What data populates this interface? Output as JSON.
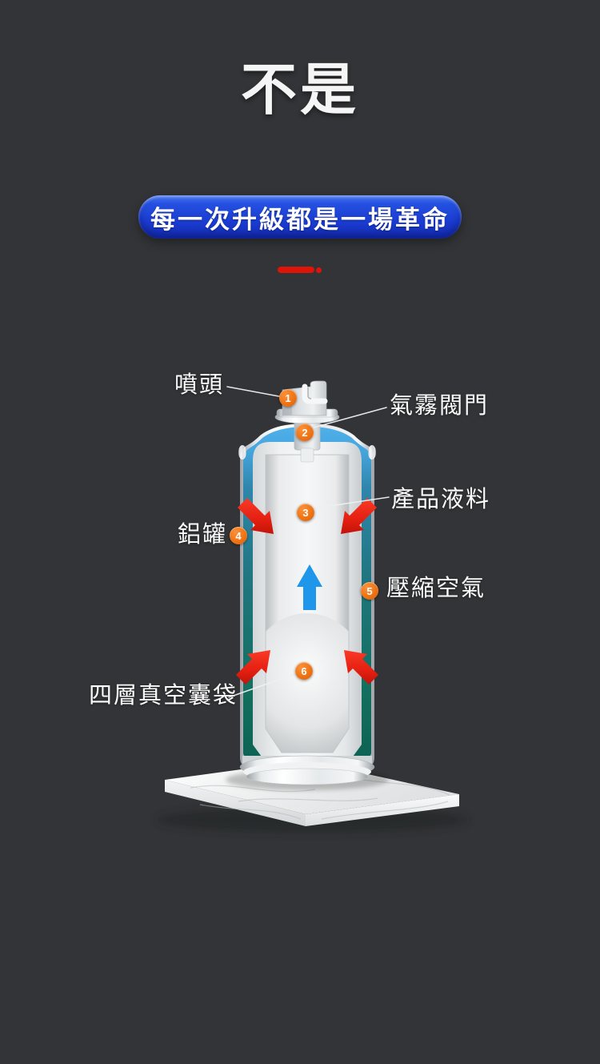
{
  "page": {
    "background_color": "#333437",
    "title": "不是",
    "banner_text": "每一次升級都是一場革命"
  },
  "divider": {
    "color": "#de1409",
    "shape": "short-bar-with-dot"
  },
  "diagram": {
    "subject": "aerosol-spray-can-cutaway",
    "callouts": [
      {
        "number": "1",
        "label": "噴頭"
      },
      {
        "number": "2",
        "label": "氣霧閥門"
      },
      {
        "number": "3",
        "label": "產品液料"
      },
      {
        "number": "4",
        "label": "鋁罐"
      },
      {
        "number": "5",
        "label": "壓縮空氣"
      },
      {
        "number": "6",
        "label": "四層真空囊袋"
      }
    ],
    "icons": [
      {
        "name": "red-arrow-inward-top-left"
      },
      {
        "name": "red-arrow-inward-top-right"
      },
      {
        "name": "red-arrow-inward-bottom-left"
      },
      {
        "name": "red-arrow-inward-bottom-right"
      },
      {
        "name": "blue-arrow-up"
      }
    ],
    "colors": {
      "badge_orange": "#ee7414",
      "arrow_red": "#e32011",
      "arrow_blue": "#1e97ea",
      "can_shoulder_blue": "#49a9e2",
      "lining_teal": "#11705f",
      "banner_blue": "#1b3cd2",
      "accent_red": "#de1409",
      "label_text": "#fcfcfd",
      "title_text": "#f5f5f5"
    }
  }
}
